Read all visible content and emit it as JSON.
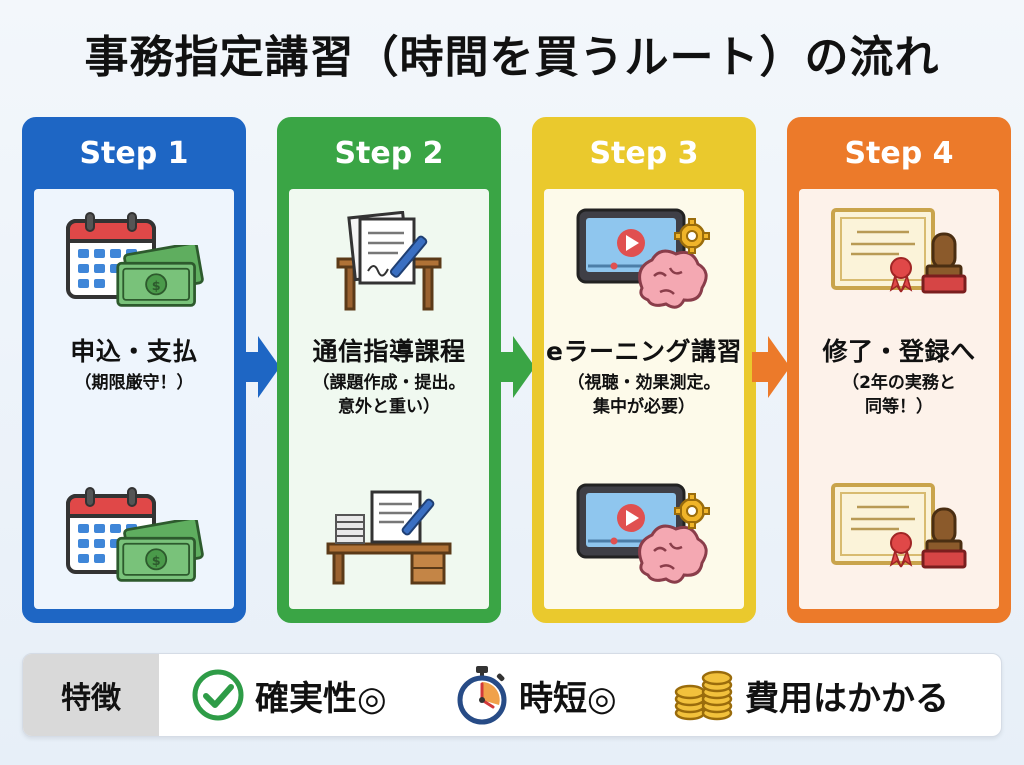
{
  "title": "事務指定講習（時間を買うルート）の流れ",
  "steps": [
    {
      "header": "Step 1",
      "label": "申込・支払",
      "note": "（期限厳守！）",
      "icons": [
        "calendar-icon",
        "money-icon"
      ],
      "color": "#1e66c4"
    },
    {
      "header": "Step 2",
      "label": "通信指導課程",
      "note": "（課題作成・提出。意外と重い）",
      "note_lines": [
        "（課題作成・提出。",
        "意外と重い）"
      ],
      "icons": [
        "paperwork-desk-icon",
        "desk-writing-icon"
      ],
      "color": "#3aa545"
    },
    {
      "header": "Step 3",
      "label": "eラーニング講習",
      "note": "（視聴・効果測定。集中が必要）",
      "note_lines": [
        "（視聴・効果測定。",
        "集中が必要）"
      ],
      "icons": [
        "video-brain-icon",
        "video-brain-icon"
      ],
      "color": "#eac92d"
    },
    {
      "header": "Step 4",
      "label": "修了・登録へ",
      "note": "（2年の実務と同等！）",
      "note_lines": [
        "（2年の実務と",
        "同等！）"
      ],
      "icons": [
        "certificate-stamp-icon",
        "certificate-stamp-icon"
      ],
      "color": "#ec7a2a"
    }
  ],
  "features": {
    "label": "特徴",
    "items": [
      {
        "icon": "check-circle-icon",
        "text": "確実性◎"
      },
      {
        "icon": "stopwatch-icon",
        "text": "時短◎"
      },
      {
        "icon": "coins-icon",
        "text": "費用はかかる"
      }
    ]
  }
}
